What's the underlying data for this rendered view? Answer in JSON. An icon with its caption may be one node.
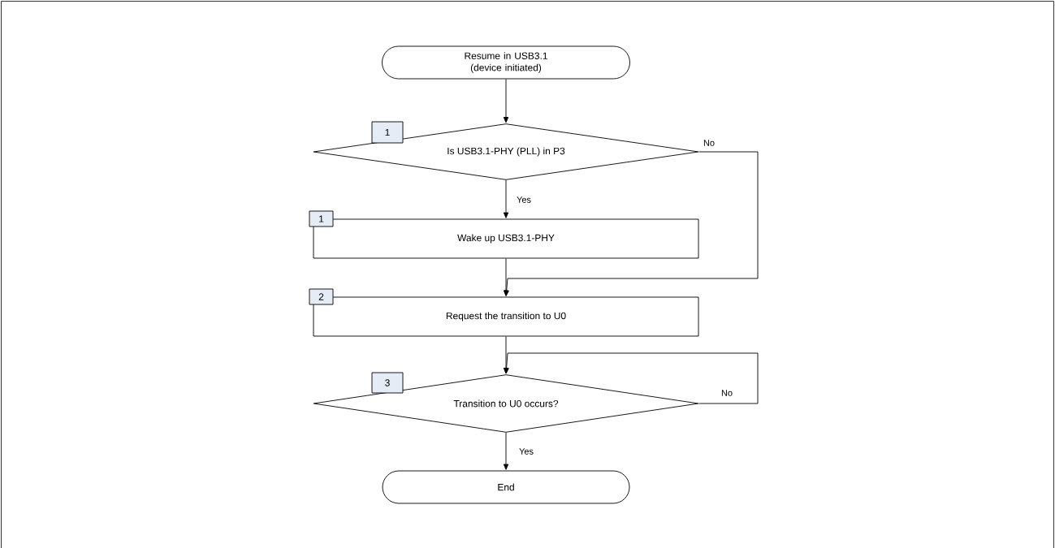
{
  "diagram": {
    "nodes": [
      {
        "text": [
          "Resume in USB3.1 (device initiated)"
        ]
      },
      {
        "text": [
          "Is USB3.1-PHY (PLL) in P3"
        ],
        "beside": [
          "1"
        ]
      },
      {
        "text": [
          "Wake up USB3.1-PHY"
        ],
        "beside": [
          "1"
        ]
      },
      {
        "text": [
          "Request the transition to U0"
        ],
        "beside": [
          "2"
        ]
      },
      {
        "text": [
          "Transition to U0 occurs?"
        ],
        "beside": [
          "3"
        ]
      },
      {
        "text": [
          "End"
        ]
      }
    ],
    "edges": [
      {
        "from": 0,
        "to": 1,
        "arrow": "to"
      },
      {
        "from": 1,
        "to": 2,
        "arrow": "to",
        "label": "Yes"
      },
      {
        "from": 1,
        "to": 3,
        "arrow": "to",
        "label": "No"
      },
      {
        "from": 2,
        "to": 3,
        "arrow": "to"
      },
      {
        "from": 3,
        "to": 4,
        "arrow": "to"
      },
      {
        "from": 4,
        "to": 4,
        "arrow": "to",
        "label": "No"
      },
      {
        "from": 4,
        "to": 5,
        "arrow": "to",
        "label": "Yes"
      }
    ]
  }
}
